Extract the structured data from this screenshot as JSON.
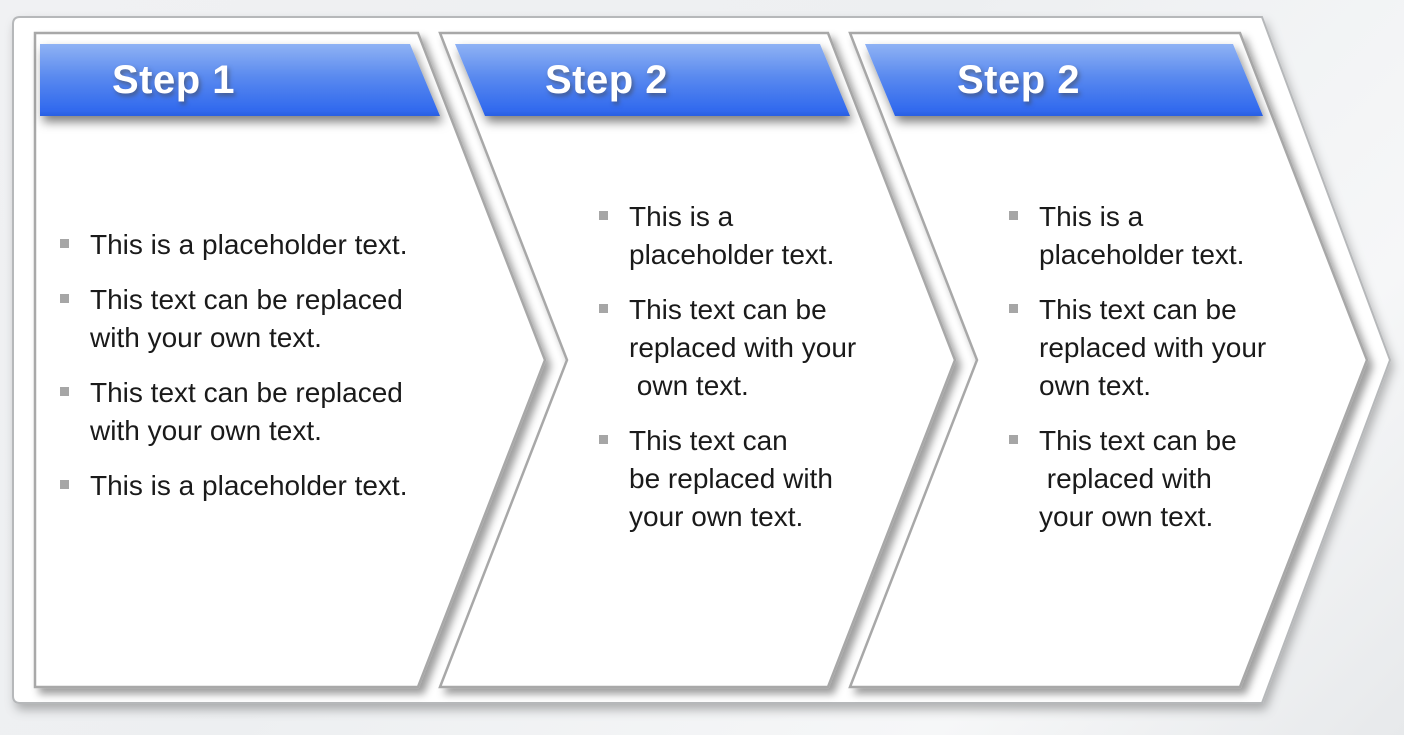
{
  "diagram": {
    "type": "process-chevron-flow",
    "step_count": 3,
    "colors": {
      "band_gradient_top": "#8db0f4",
      "band_gradient_mid": "#5787ef",
      "band_gradient_bottom": "#2f69ee",
      "shape_fill": "#ffffff",
      "shape_border": "#a8a8a8",
      "frame_border": "#b6b8ba",
      "bullet_marker": "#a6a6a6",
      "body_text": "#1a1a1a",
      "header_text": "#ffffff",
      "page_background": "#edeff1"
    },
    "shapes": [
      {
        "header": "Step 1",
        "bullets": [
          {
            "lines": [
              "This is a placeholder text."
            ]
          },
          {
            "lines": [
              "This text can be replaced",
              "with your own text."
            ]
          },
          {
            "lines": [
              "This text can be replaced",
              "with your own text."
            ]
          },
          {
            "lines": [
              "This is a placeholder text."
            ]
          }
        ]
      },
      {
        "header": "Step 2",
        "bullets": [
          {
            "lines": [
              "This is a",
              "placeholder text."
            ]
          },
          {
            "lines": [
              "This text can be",
              "replaced with your",
              " own text."
            ]
          },
          {
            "lines": [
              "This text can",
              "be replaced with",
              "your own text."
            ]
          }
        ]
      },
      {
        "header": "Step 2",
        "bullets": [
          {
            "lines": [
              "This is a",
              "placeholder text."
            ]
          },
          {
            "lines": [
              "This text can be",
              "replaced with your",
              "own text."
            ]
          },
          {
            "lines": [
              "This text can be",
              " replaced with",
              "your own text."
            ]
          }
        ]
      }
    ]
  }
}
